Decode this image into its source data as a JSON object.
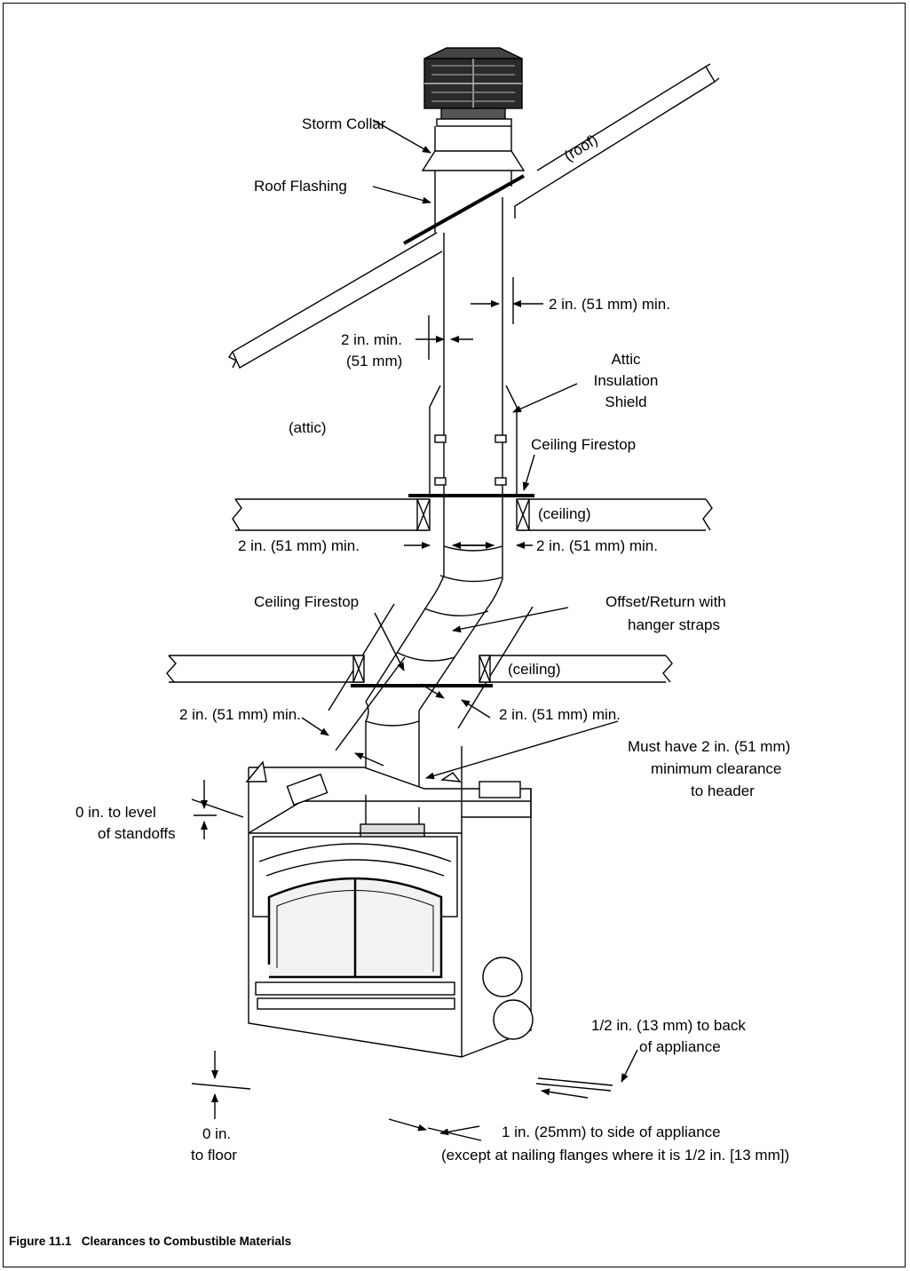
{
  "figure": {
    "caption": "Figure 11.1   Clearances to Combustible Materials"
  },
  "labels": {
    "storm_collar": "Storm Collar",
    "roof_flashing": "Roof Flashing",
    "roof": "(roof)",
    "clear_right_top": "2 in. (51 mm) min.",
    "clear_left_top_1": "2 in. min.",
    "clear_left_top_2": "(51 mm)",
    "attic_shield_1": "Attic",
    "attic_shield_2": "Insulation",
    "attic_shield_3": "Shield",
    "attic": "(attic)",
    "ceiling_firestop_upper": "Ceiling Firestop",
    "ceiling_upper": "(ceiling)",
    "clear_left_mid": "2 in. (51 mm) min.",
    "clear_right_mid": "2 in. (51 mm) min.",
    "ceiling_firestop_lower": "Ceiling Firestop",
    "offset_1": "Offset/Return with",
    "offset_2": "hanger straps",
    "ceiling_lower": "(ceiling)",
    "clear_left_low": "2 in. (51 mm) min.",
    "clear_right_low": "2 in. (51 mm) min.",
    "header_1": "Must have 2 in. (51 mm)",
    "header_2": "minimum clearance",
    "header_3": "to header",
    "standoffs_1": "0 in. to level",
    "standoffs_2": "of standoffs",
    "back_1": "1/2 in. (13 mm) to back",
    "back_2": "of appliance",
    "floor_1": "0 in.",
    "floor_2": "to floor",
    "side_1": "1 in. (25mm) to side of appliance",
    "side_2": "(except at nailing flanges where it is 1/2 in. [13 mm])"
  }
}
